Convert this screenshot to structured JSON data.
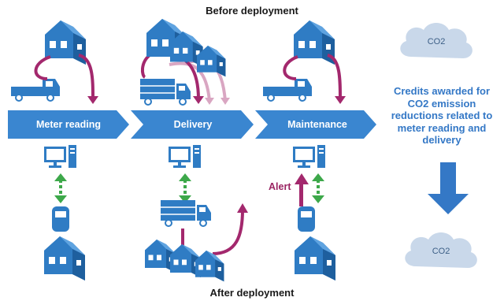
{
  "titles": {
    "before": "Before deployment",
    "after": "After deployment"
  },
  "stages": [
    {
      "label": "Meter reading"
    },
    {
      "label": "Delivery"
    },
    {
      "label": "Maintenance"
    }
  ],
  "alert_label": "Alert",
  "credit_text": "Credits awarded for CO2 emission reductions related to meter reading and delivery",
  "clouds": {
    "top_label": "CO2",
    "bottom_label": "CO2"
  },
  "colors": {
    "process_blue": "#3a86d0",
    "house_blue": "#2f7cc4",
    "magenta": "#a3286d",
    "light_magenta": "#d9a6c2",
    "green": "#3da84a",
    "cloud": "#c9d8ea",
    "credit_text": "#3478c6"
  },
  "icons": [
    "house-icon",
    "truck-icon",
    "computer-icon",
    "meter-device-icon",
    "cloud-icon"
  ]
}
